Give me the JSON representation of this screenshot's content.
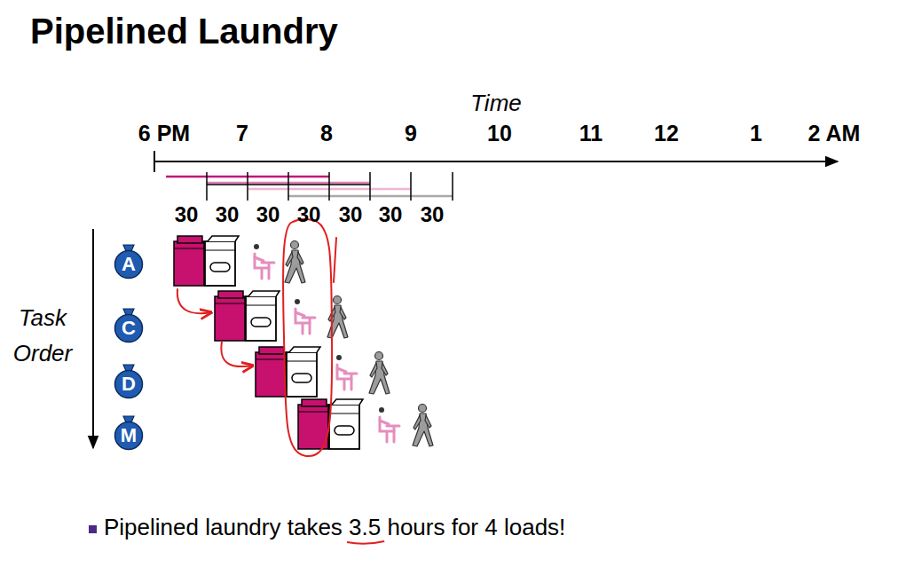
{
  "diagram": {
    "title": "Pipelined Laundry",
    "nodes": [
      {
        "text": [
          "A"
        ]
      },
      {
        "text": [
          "C"
        ]
      },
      {
        "text": [
          "D"
        ]
      },
      {
        "text": [
          "M"
        ]
      }
    ],
    "labels": [
      "Time",
      "6 PM",
      "7",
      "8",
      "9",
      "10",
      "11",
      "12",
      "1",
      "2 AM",
      "30",
      "30",
      "30",
      "30",
      "30",
      "30",
      "30",
      "Task Order",
      "Pipelined laundry takes 3.5 hours for 4 loads!"
    ]
  }
}
